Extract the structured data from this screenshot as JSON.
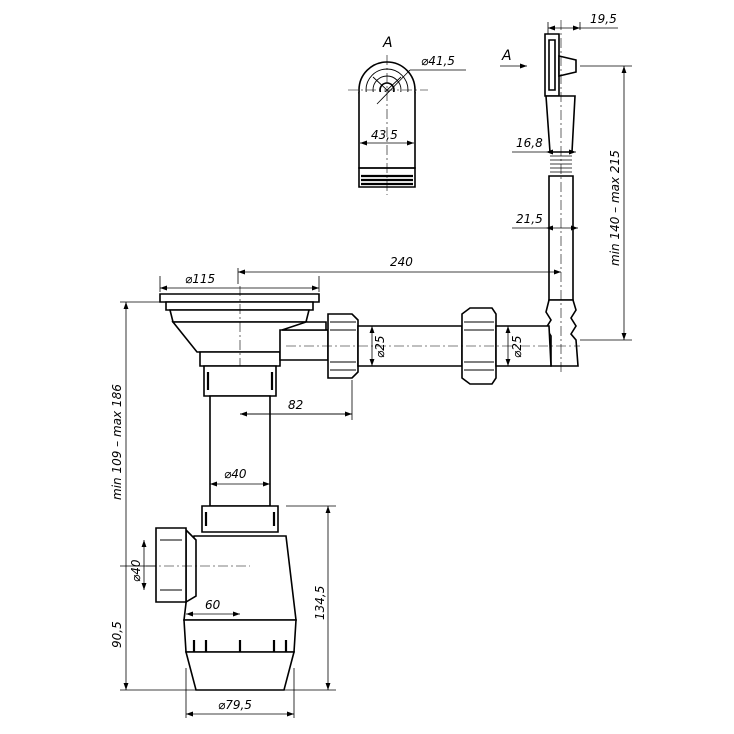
{
  "view_label_left": "A",
  "view_label_right": "A",
  "dimensions": {
    "overflow_diameter": "⌀41,5",
    "overflow_width": "43,5",
    "overflow_offset": "19,5",
    "overflow_tube_upper": "16,8",
    "overflow_tube_lower": "21,5",
    "overflow_height_range": "min 140 – max 215",
    "length_240": "240",
    "strainer_diameter": "⌀115",
    "side_pipe_diameter_1": "⌀25",
    "side_pipe_diameter_2": "⌀25",
    "offset_82": "82",
    "drain_pipe_diameter": "⌀40",
    "height_range": "min 109 – max 186",
    "outlet_diameter": "⌀40",
    "outlet_length": "60",
    "height_90_5": "90,5",
    "height_134_5": "134,5",
    "bottle_diameter": "⌀79,5"
  }
}
